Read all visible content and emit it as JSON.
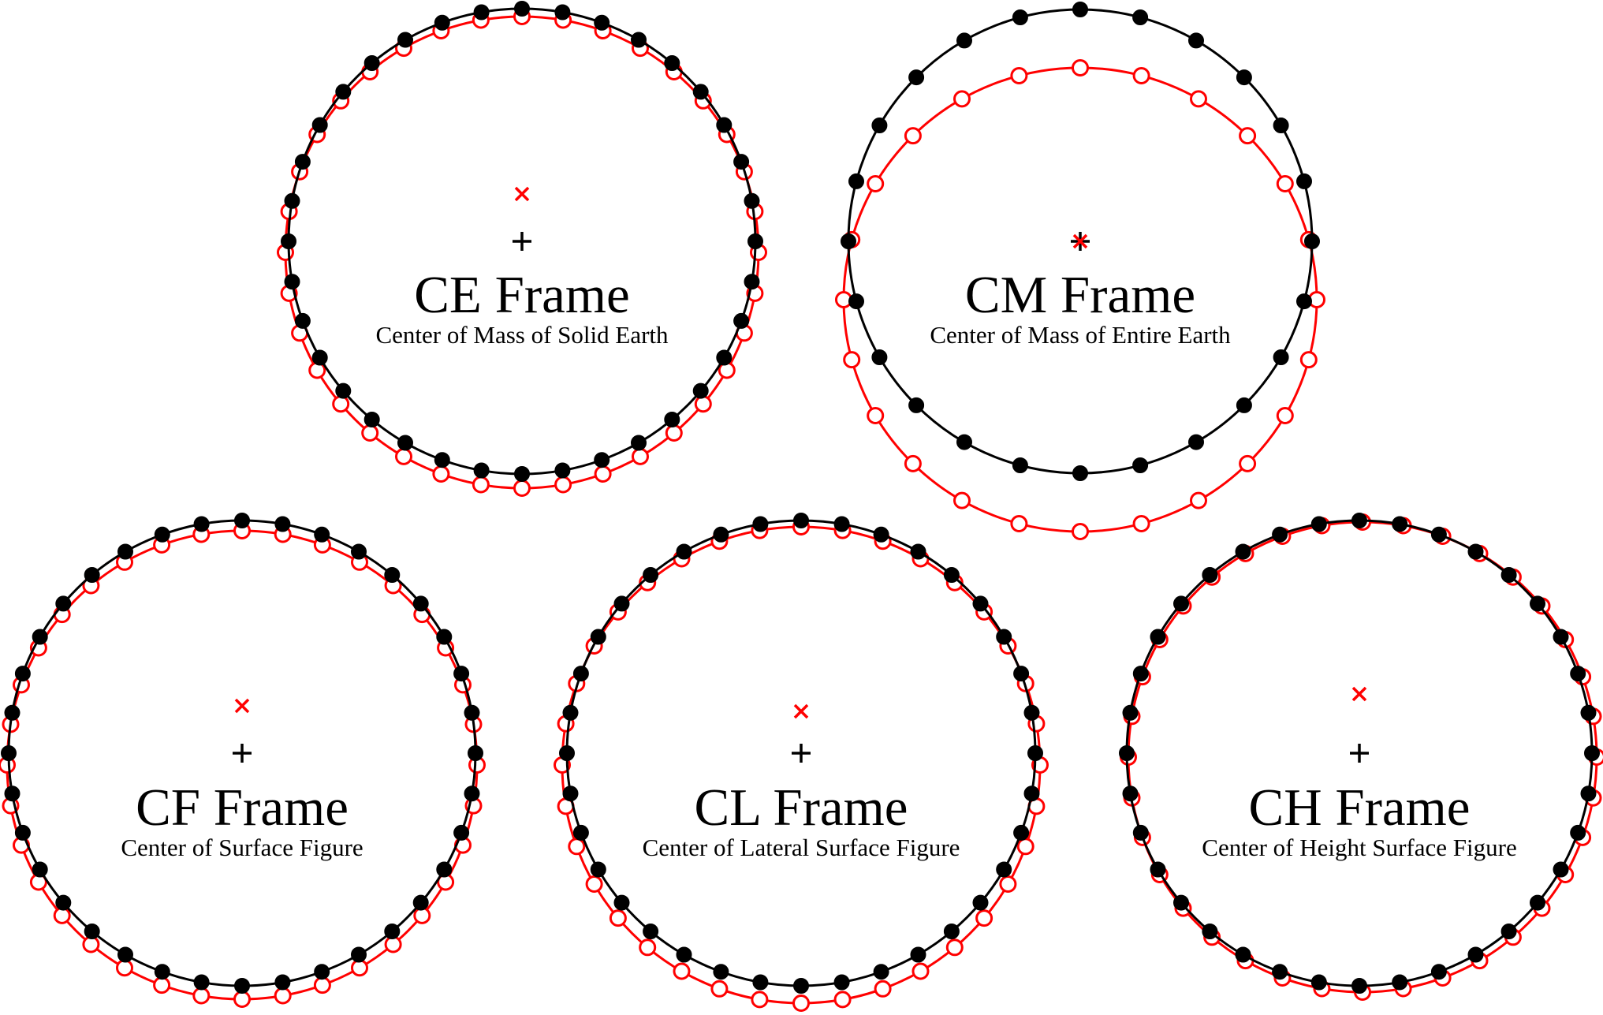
{
  "colors": {
    "ink": "#000000",
    "displaced": "#ff0000",
    "background": "#ffffff"
  },
  "legend": {
    "reference_ring": "filled black circles joined by a black line",
    "displaced_ring": "open red circles joined by a red line",
    "reference_origin_icon": "plus-marker",
    "displaced_origin_icon": "cross-marker"
  },
  "frames": [
    {
      "id": "ce",
      "title": "CE Frame",
      "subtitle": "Center of Mass of Solid Earth",
      "point_count": 36
    },
    {
      "id": "cm",
      "title": "CM Frame",
      "subtitle": "Center of Mass of Entire Earth",
      "point_count": 24
    },
    {
      "id": "cf",
      "title": "CF Frame",
      "subtitle": "Center of Surface Figure",
      "point_count": 36
    },
    {
      "id": "cl",
      "title": "CL Frame",
      "subtitle": "Center of Lateral Surface Figure",
      "point_count": 36
    },
    {
      "id": "ch",
      "title": "CH Frame",
      "subtitle": "Center of Height Surface Figure",
      "point_count": 36
    }
  ]
}
